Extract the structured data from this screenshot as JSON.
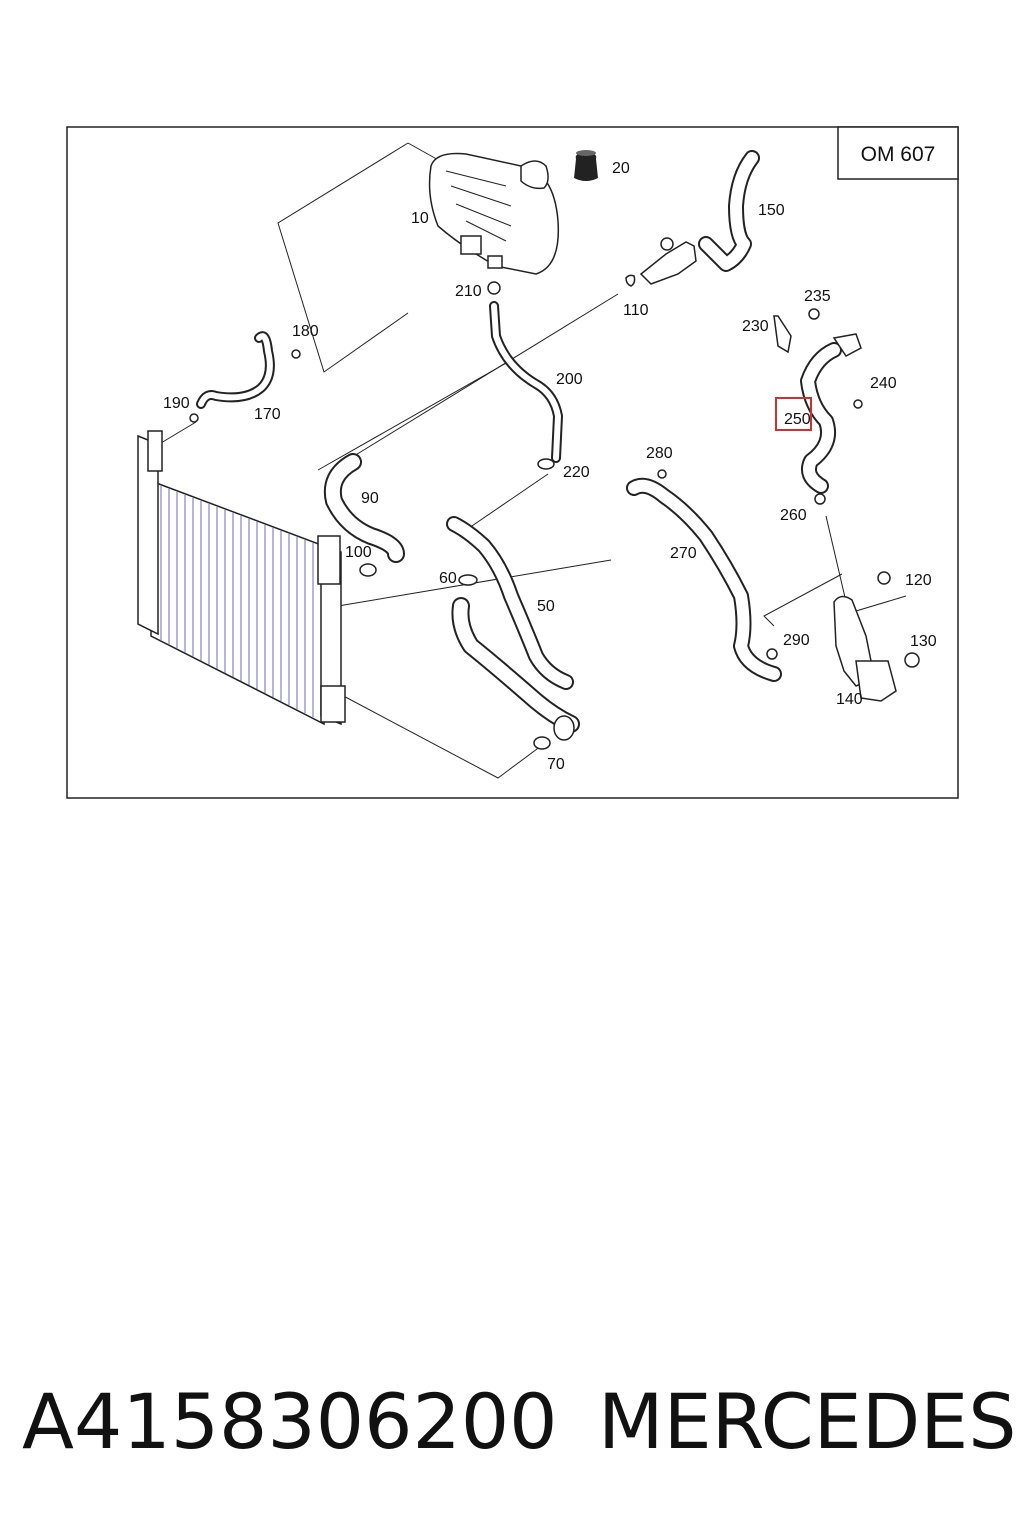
{
  "diagram": {
    "engine_code": "OM 607",
    "highlighted_callout": "250",
    "highlight_color": "#d32f2f",
    "callouts": [
      "10",
      "20",
      "150",
      "110",
      "210",
      "235",
      "230",
      "240",
      "180",
      "200",
      "250",
      "190",
      "170",
      "280",
      "220",
      "90",
      "260",
      "270",
      "100",
      "120",
      "60",
      "50",
      "130",
      "290",
      "140",
      "70"
    ]
  },
  "footer": {
    "part_number": "A4158306200",
    "brand": "MERCEDES"
  }
}
